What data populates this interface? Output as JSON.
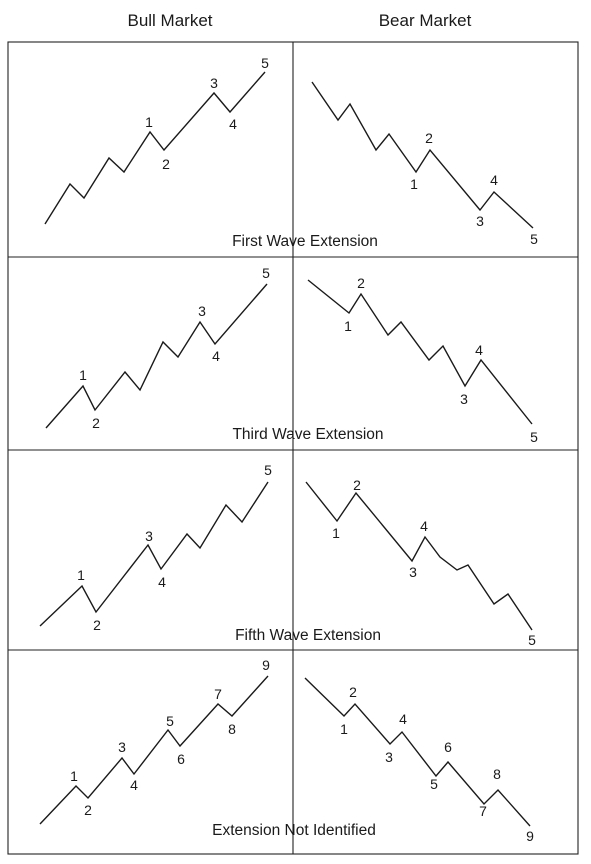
{
  "columns": {
    "bull": "Bull Market",
    "bear": "Bear Market"
  },
  "panels": [
    {
      "title": "First Wave Extension",
      "bull_labels": [
        "1",
        "2",
        "3",
        "4",
        "5"
      ],
      "bear_labels": [
        "1",
        "2",
        "3",
        "4",
        "5"
      ]
    },
    {
      "title": "Third Wave Extension",
      "bull_labels": [
        "1",
        "2",
        "3",
        "4",
        "5"
      ],
      "bear_labels": [
        "1",
        "2",
        "3",
        "4",
        "5"
      ]
    },
    {
      "title": "Fifth Wave Extension",
      "bull_labels": [
        "1",
        "2",
        "3",
        "4",
        "5"
      ],
      "bear_labels": [
        "1",
        "2",
        "3",
        "4",
        "5"
      ]
    },
    {
      "title": "Extension Not Identified",
      "bull_labels": [
        "1",
        "2",
        "3",
        "4",
        "5",
        "6",
        "7",
        "8",
        "9"
      ],
      "bear_labels": [
        "1",
        "2",
        "3",
        "4",
        "5",
        "6",
        "7",
        "8",
        "9"
      ]
    }
  ]
}
